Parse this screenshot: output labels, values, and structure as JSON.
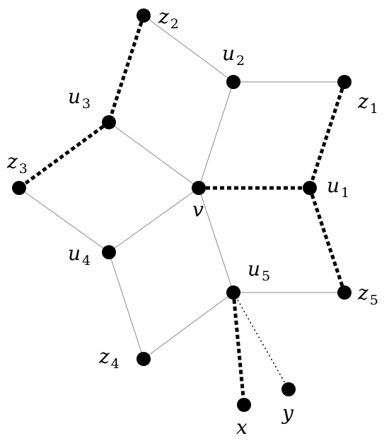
{
  "graph": {
    "nodes": [
      {
        "id": "v",
        "base": "v",
        "sub": ""
      },
      {
        "id": "u1",
        "base": "u",
        "sub": "1"
      },
      {
        "id": "u2",
        "base": "u",
        "sub": "2"
      },
      {
        "id": "u3",
        "base": "u",
        "sub": "3"
      },
      {
        "id": "u4",
        "base": "u",
        "sub": "4"
      },
      {
        "id": "u5",
        "base": "u",
        "sub": "5"
      },
      {
        "id": "z1",
        "base": "z",
        "sub": "1"
      },
      {
        "id": "z2",
        "base": "z",
        "sub": "2"
      },
      {
        "id": "z3",
        "base": "z",
        "sub": "3"
      },
      {
        "id": "z4",
        "base": "z",
        "sub": "4"
      },
      {
        "id": "z5",
        "base": "z",
        "sub": "5"
      },
      {
        "id": "x",
        "base": "x",
        "sub": ""
      },
      {
        "id": "y",
        "base": "y",
        "sub": ""
      }
    ],
    "edges": [
      {
        "from": "z2",
        "to": "u2",
        "style": "thin"
      },
      {
        "from": "u2",
        "to": "z1",
        "style": "thin"
      },
      {
        "from": "u2",
        "to": "v",
        "style": "thin"
      },
      {
        "from": "u3",
        "to": "v",
        "style": "thin"
      },
      {
        "from": "z3",
        "to": "u4",
        "style": "thin"
      },
      {
        "from": "u4",
        "to": "v",
        "style": "thin"
      },
      {
        "from": "u4",
        "to": "z4",
        "style": "thin"
      },
      {
        "from": "z4",
        "to": "u5",
        "style": "thin"
      },
      {
        "from": "v",
        "to": "u5",
        "style": "thin"
      },
      {
        "from": "u5",
        "to": "z5",
        "style": "thin"
      },
      {
        "from": "z2",
        "to": "u3",
        "style": "thick-dashed"
      },
      {
        "from": "u3",
        "to": "z3",
        "style": "thick-dashed"
      },
      {
        "from": "v",
        "to": "u1",
        "style": "thick-dashed"
      },
      {
        "from": "z1",
        "to": "u1",
        "style": "thick-dashed"
      },
      {
        "from": "u1",
        "to": "z5",
        "style": "thick-dashed"
      },
      {
        "from": "u5",
        "to": "x",
        "style": "thick-dashed"
      },
      {
        "from": "u5",
        "to": "y",
        "style": "dotted"
      }
    ]
  }
}
